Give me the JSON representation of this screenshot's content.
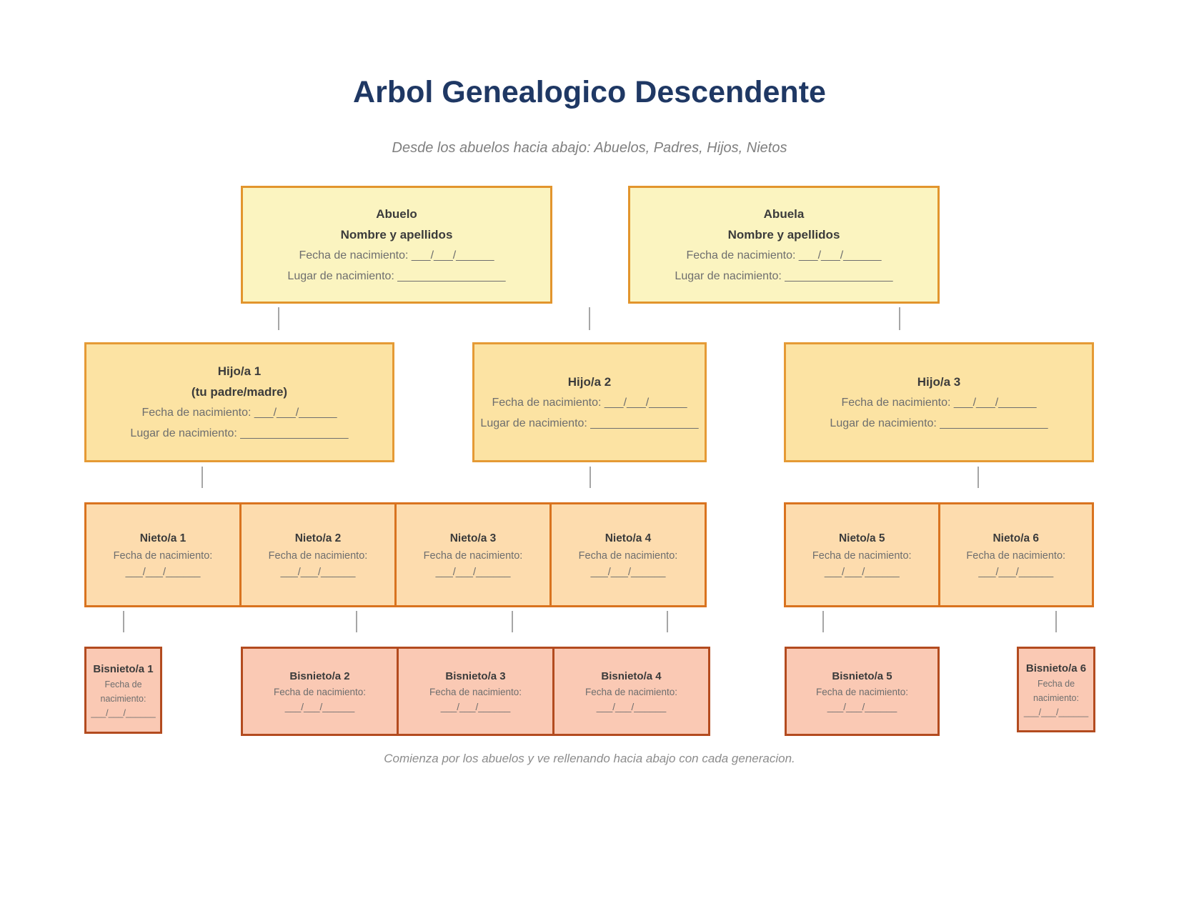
{
  "page": {
    "title": "Arbol Genealogico Descendente",
    "subtitle": "Desde los abuelos hacia abajo: Abuelos, Padres, Hijos, Nietos",
    "footer": "Comienza por los abuelos y ve rellenando hacia abajo con cada generacion.",
    "colors": {
      "title_text": "#1F3864",
      "muted_text": "#7F7F7F",
      "connector": "#A6A6A6",
      "gen1_fill": "#FBF4C0",
      "gen1_border": "#E2952D",
      "gen2_fill": "#FCE3A3",
      "gen2_border": "#E59A35",
      "gen3_fill": "#FDDCAE",
      "gen3_border": "#D9731F",
      "gen4_fill": "#FAC9B4",
      "gen4_border": "#B34B1F"
    }
  },
  "generations": {
    "abuelos": [
      {
        "title": "Abuelo",
        "name": "Nombre y apellidos",
        "fecha": "Fecha de nacimiento: ___/___/______",
        "lugar": "Lugar de nacimiento: _________________"
      },
      {
        "title": "Abuela",
        "name": "Nombre y apellidos",
        "fecha": "Fecha de nacimiento: ___/___/______",
        "lugar": "Lugar de nacimiento: _________________"
      }
    ],
    "hijos": [
      {
        "title": "Hijo/a 1",
        "subtitle": "(tu padre/madre)",
        "fecha": "Fecha de nacimiento: ___/___/______",
        "lugar": "Lugar de nacimiento: _________________"
      },
      {
        "title": "Hijo/a 2",
        "fecha": "Fecha de nacimiento: ___/___/______",
        "lugar": "Lugar de nacimiento: _________________"
      },
      {
        "title": "Hijo/a 3",
        "fecha": "Fecha de nacimiento: ___/___/______",
        "lugar": "Lugar de nacimiento: _________________"
      }
    ],
    "nietos": [
      {
        "title": "Nieto/a 1",
        "fecha": "Fecha de nacimiento:",
        "date": "___/___/______"
      },
      {
        "title": "Nieto/a 2",
        "fecha": "Fecha de nacimiento:",
        "date": "___/___/______"
      },
      {
        "title": "Nieto/a 3",
        "fecha": "Fecha de nacimiento:",
        "date": "___/___/______"
      },
      {
        "title": "Nieto/a 4",
        "fecha": "Fecha de nacimiento:",
        "date": "___/___/______"
      },
      {
        "title": "Nieto/a 5",
        "fecha": "Fecha de nacimiento:",
        "date": "___/___/______"
      },
      {
        "title": "Nieto/a 6",
        "fecha": "Fecha de nacimiento:",
        "date": "___/___/______"
      }
    ],
    "bisnietos": [
      {
        "title": "Bisnieto/a 1",
        "fecha1": "Fecha de",
        "fecha2": "nacimiento:",
        "date": "___/___/______"
      },
      {
        "title": "Bisnieto/a 2",
        "fecha": "Fecha de nacimiento:",
        "date": "___/___/______"
      },
      {
        "title": "Bisnieto/a 3",
        "fecha": "Fecha de nacimiento:",
        "date": "___/___/______"
      },
      {
        "title": "Bisnieto/a 4",
        "fecha": "Fecha de nacimiento:",
        "date": "___/___/______"
      },
      {
        "title": "Bisnieto/a 5",
        "fecha": "Fecha de nacimiento:",
        "date": "___/___/______"
      },
      {
        "title": "Bisnieto/a 6",
        "fecha1": "Fecha de",
        "fecha2": "nacimiento:",
        "date": "___/___/______"
      }
    ]
  }
}
